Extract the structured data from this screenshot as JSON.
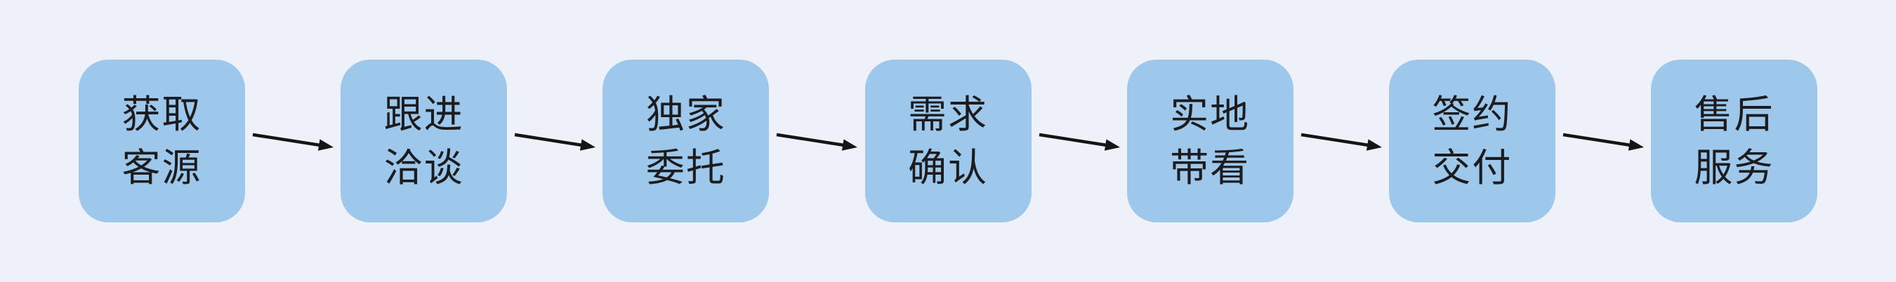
{
  "colors": {
    "background": "#eef1f8",
    "node-fill": "#9dc7eb",
    "text-color": "#1c1c1e",
    "arrow-color": "#151515"
  },
  "diagram": {
    "type": "flowchart",
    "direction": "left-to-right",
    "nodes": [
      {
        "id": "step-1",
        "line1": "获取",
        "line2": "客源"
      },
      {
        "id": "step-2",
        "line1": "跟进",
        "line2": "洽谈"
      },
      {
        "id": "step-3",
        "line1": "独家",
        "line2": "委托"
      },
      {
        "id": "step-4",
        "line1": "需求",
        "line2": "确认"
      },
      {
        "id": "step-5",
        "line1": "实地",
        "line2": "带看"
      },
      {
        "id": "step-6",
        "line1": "签约",
        "line2": "交付"
      },
      {
        "id": "step-7",
        "line1": "售后",
        "line2": "服务"
      }
    ],
    "edges": [
      {
        "from": "step-1",
        "to": "step-2"
      },
      {
        "from": "step-2",
        "to": "step-3"
      },
      {
        "from": "step-3",
        "to": "step-4"
      },
      {
        "from": "step-4",
        "to": "step-5"
      },
      {
        "from": "step-5",
        "to": "step-6"
      },
      {
        "from": "step-6",
        "to": "step-7"
      }
    ]
  }
}
